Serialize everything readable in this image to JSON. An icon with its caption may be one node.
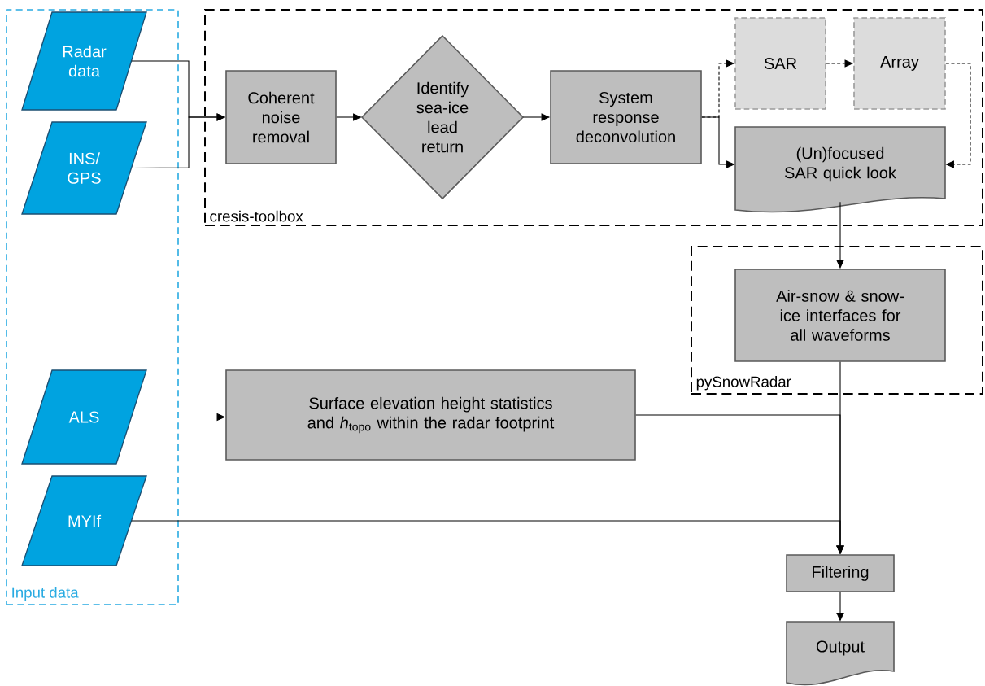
{
  "diagram": {
    "nodes": [
      {
        "text": [
          "Input data"
        ]
      },
      {
        "text": [
          "Radar data"
        ],
        "in": 0
      },
      {
        "text": [
          "INS/ GPS"
        ],
        "in": 0
      },
      {
        "text": [
          "ALS"
        ],
        "in": 0
      },
      {
        "text": [
          "MYIf"
        ],
        "in": 0
      },
      {
        "text": [
          "cresis-toolbox"
        ]
      },
      {
        "text": [
          "Coherent noise removal"
        ],
        "in": 5
      },
      {
        "text": [
          "Identify sea-ice lead return"
        ],
        "in": 5
      },
      {
        "text": [
          "System response deconvolution"
        ],
        "in": 5
      },
      {
        "text": [
          "SAR"
        ],
        "in": 5
      },
      {
        "text": [
          "Array"
        ],
        "in": 5
      },
      {
        "text": [
          "(Un)focused SAR quick look"
        ],
        "in": 5
      },
      {
        "text": [
          "pySnowRadar"
        ]
      },
      {
        "text": [
          "Air-snow & snow-ice interfaces for all waveforms"
        ],
        "in": 12
      },
      {
        "text": [
          "Surface elevation height statistics and *h*$_{topo}$ within the radar footprint"
        ]
      },
      {
        "text": [
          "Filtering"
        ]
      },
      {
        "text": [
          "Output"
        ]
      }
    ],
    "edges": [
      {
        "from": 1,
        "to": 6,
        "arrow": "to"
      },
      {
        "from": 2,
        "to": 6,
        "arrow": "to"
      },
      {
        "from": 6,
        "to": 7,
        "arrow": "to"
      },
      {
        "from": 7,
        "to": 8,
        "arrow": "to"
      },
      {
        "from": 8,
        "to": 9,
        "arrow": "to",
        "style": "dashed"
      },
      {
        "from": 8,
        "to": 11,
        "arrow": "to"
      },
      {
        "from": 9,
        "to": 10,
        "arrow": "to",
        "style": "dashed"
      },
      {
        "from": 10,
        "to": 11,
        "arrow": "to",
        "style": "dashed"
      },
      {
        "from": 11,
        "to": 13,
        "arrow": "to"
      },
      {
        "from": 3,
        "to": 14,
        "arrow": "to"
      },
      {
        "from": 14,
        "to": 15,
        "arrow": "to"
      },
      {
        "from": 4,
        "to": 15,
        "arrow": "to"
      },
      {
        "from": 13,
        "to": 15,
        "arrow": "to"
      },
      {
        "from": 15,
        "to": 16,
        "arrow": "to"
      }
    ]
  }
}
